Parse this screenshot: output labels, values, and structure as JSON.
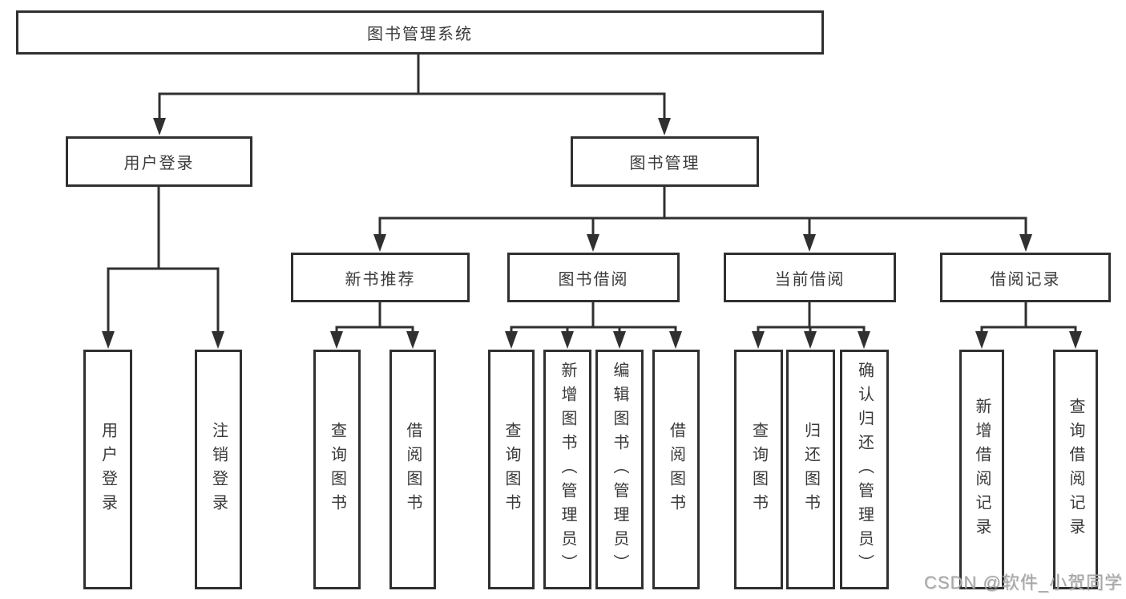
{
  "tree": {
    "label": "图书管理系统",
    "children": [
      {
        "label": "用户登录",
        "children": [
          {
            "label": "用户登录"
          },
          {
            "label": "注销登录"
          }
        ]
      },
      {
        "label": "图书管理",
        "children": [
          {
            "label": "新书推荐",
            "children": [
              {
                "label": "查询图书"
              },
              {
                "label": "借阅图书"
              }
            ]
          },
          {
            "label": "图书借阅",
            "children": [
              {
                "label": "查询图书"
              },
              {
                "label": "新增图书（管理员）"
              },
              {
                "label": "编辑图书（管理员）"
              },
              {
                "label": "借阅图书"
              }
            ]
          },
          {
            "label": "当前借阅",
            "children": [
              {
                "label": "查询图书"
              },
              {
                "label": "归还图书"
              },
              {
                "label": "确认归还（管理员）"
              }
            ]
          },
          {
            "label": "借阅记录",
            "children": [
              {
                "label": "新增借阅记录"
              },
              {
                "label": "查询借阅记录"
              }
            ]
          }
        ]
      }
    ]
  },
  "watermark": {
    "text": "CSDN @软件_小贺同学"
  },
  "colors": {
    "line": "#303030",
    "text": "#3a3a3a",
    "watermark": "#a6a6a6",
    "background": "#ffffff"
  }
}
